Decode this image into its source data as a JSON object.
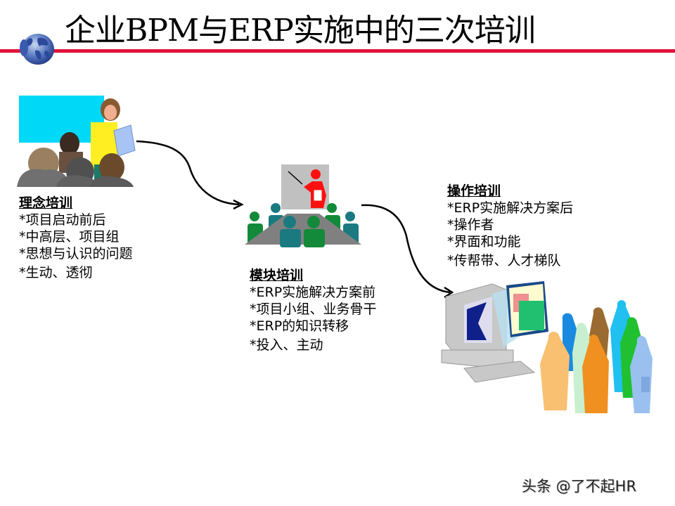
{
  "slide": {
    "title": "企业BPM与ERP实施中的三次培训",
    "accent_color": "#e0143c",
    "logo_icon": "globe-icon"
  },
  "stages": [
    {
      "heading": "理念培训",
      "items": [
        "*项目启动前后",
        "*中高层、项目组",
        "*思想与认识的问题",
        "*生动、透彻"
      ],
      "illustration": "presenter-meeting-clipart"
    },
    {
      "heading": "模块培训",
      "items": [
        "*ERP实施解决方案前",
        "*项目小组、业务骨干",
        "*ERP的知识转移",
        "*投入、主动"
      ],
      "illustration": "conference-table-clipart"
    },
    {
      "heading": "操作培训",
      "items": [
        "*ERP实施解决方案后",
        "*操作者",
        "*界面和功能",
        "*传帮带、人才梯队"
      ],
      "illustration": "computer-users-clipart"
    }
  ],
  "watermark": "头条 @了不起HR"
}
